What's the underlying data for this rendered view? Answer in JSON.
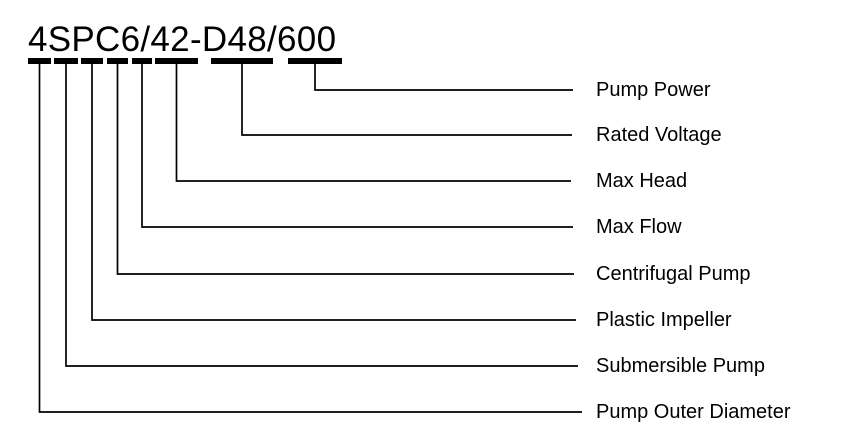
{
  "model_code": "4SPC6/42-D48/600",
  "segments": [
    {
      "code": "4",
      "meaning": "Pump Outer Diameter"
    },
    {
      "code": "S",
      "meaning": "Submersible Pump"
    },
    {
      "code": "P",
      "meaning": "Plastic Impeller"
    },
    {
      "code": "C",
      "meaning": "Centrifugal Pump"
    },
    {
      "code": "6",
      "meaning": "Max Flow"
    },
    {
      "code": "42",
      "meaning": "Max Head"
    },
    {
      "code": "D48",
      "meaning": "Rated Voltage"
    },
    {
      "code": "600",
      "meaning": "Pump Power"
    }
  ],
  "labels_top_to_bottom": [
    "Pump Power",
    "Rated Voltage",
    "Max Head",
    "Max Flow",
    "Centrifugal Pump",
    "Plastic Impeller",
    "Submersible Pump",
    "Pump Outer Diameter"
  ],
  "colors": {
    "ink": "#000000",
    "background": "#ffffff"
  }
}
